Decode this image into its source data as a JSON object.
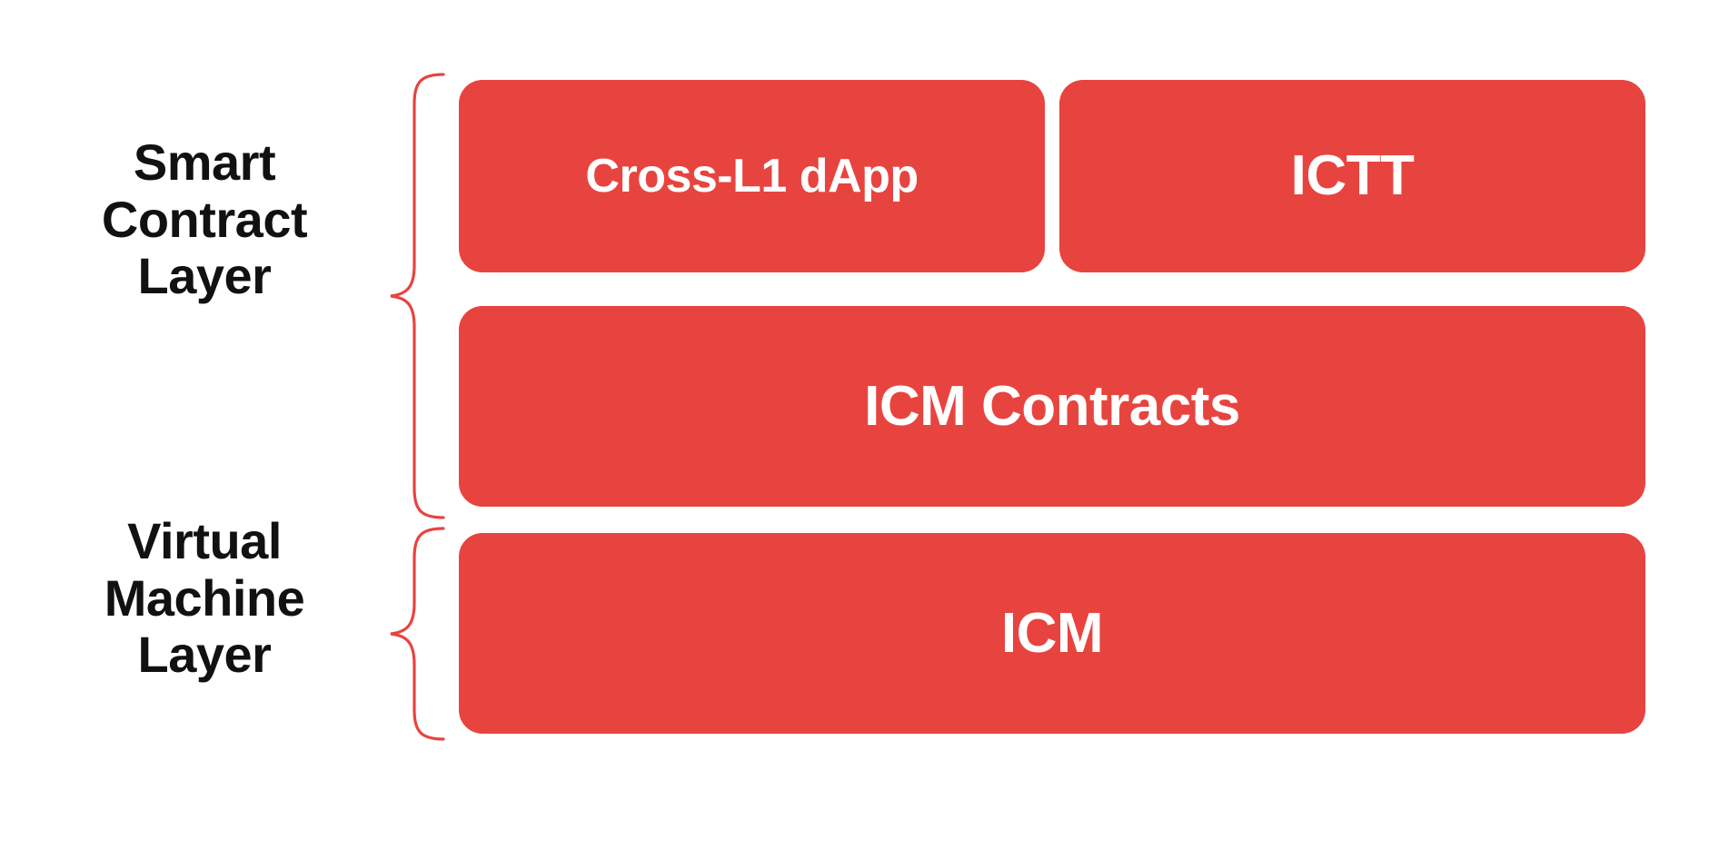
{
  "diagram": {
    "title": "Smart Contract and Virtual Machine Layer Stack",
    "background_color": "#FFFFFF",
    "accent_color": "#E8443F",
    "label_color": "#111111",
    "box_text_color": "#FFFFFF"
  },
  "layers": [
    {
      "id": "smart-contract-layer",
      "label": "Smart\nContract\nLayer",
      "brace_icon": "curly-brace-icon",
      "rows": [
        {
          "id": "row-apps",
          "boxes": [
            {
              "id": "cross-l1-dapp",
              "label": "Cross-L1 dApp"
            },
            {
              "id": "ictt",
              "label": "ICTT"
            }
          ]
        },
        {
          "id": "row-contracts",
          "boxes": [
            {
              "id": "icm-contracts",
              "label": "ICM Contracts"
            }
          ]
        }
      ]
    },
    {
      "id": "virtual-machine-layer",
      "label": "Virtual\nMachine\nLayer",
      "brace_icon": "curly-brace-icon",
      "rows": [
        {
          "id": "row-vm",
          "boxes": [
            {
              "id": "icm",
              "label": "ICM"
            }
          ]
        }
      ]
    }
  ],
  "boxes": {
    "cross_l1_dapp": "Cross-L1 dApp",
    "ictt": "ICTT",
    "icm_contracts": "ICM Contracts",
    "icm": "ICM"
  },
  "labels": {
    "smart_contract_layer": "Smart\nContract\nLayer",
    "virtual_machine_layer": "Virtual\nMachine\nLayer"
  }
}
